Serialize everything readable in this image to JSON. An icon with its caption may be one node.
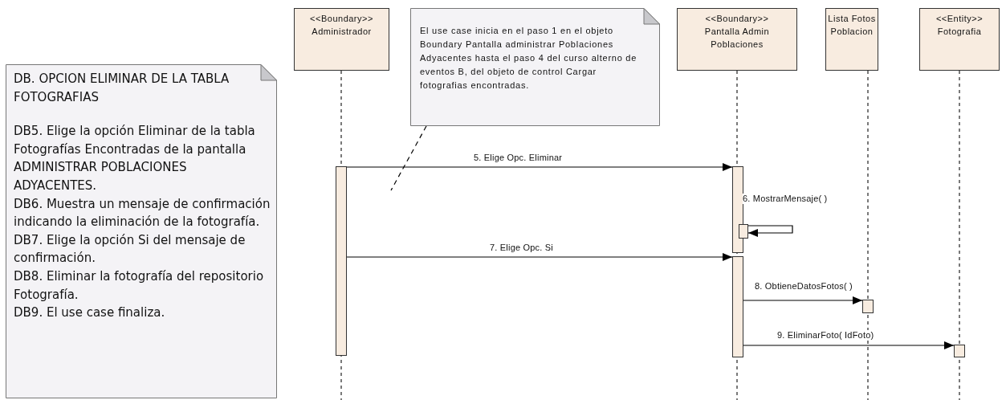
{
  "diagram": {
    "nodes": [
      {
        "text": [
          "DB. OPCION ELIMINAR DE LA TABLA FOTOGRAFIAS",
          "DB5. Elige la opción Eliminar de la tabla Fotografías Encontradas de la pantalla ADMINISTRAR POBLACIONES ADYACENTES.",
          "DB6. Muestra un mensaje de confirmación indicando la eliminación de la fotografía.",
          "DB7. Elige la opción Si del mensaje de confirmación.",
          "DB8. Eliminar la fotografía del repositorio Fotografía.",
          "DB9. El use case finaliza."
        ]
      },
      {
        "text": [
          "<<Boundary>>",
          "Administrador"
        ]
      },
      {
        "text": [
          "El use case inicia en el paso 1 en el objeto Boundary Pantalla administrar Poblaciones Adyacentes hasta el paso 4 del curso alterno de eventos B, del objeto de control Cargar fotografias encontradas."
        ]
      },
      {
        "text": [
          "<<Boundary>>",
          "Pantalla Admin Poblaciones"
        ]
      },
      {
        "text": [
          "Lista Fotos Poblacion"
        ]
      },
      {
        "text": [
          "<<Entity>>",
          "Fotografia"
        ]
      },
      {
        "text": [],
        "shape": "bar"
      },
      {
        "text": [],
        "shape": "bar"
      },
      {
        "text": [],
        "shape": "bar"
      },
      {
        "text": [],
        "shape": "bar"
      },
      {
        "text": [],
        "shape": "bar"
      },
      {
        "text": [],
        "shape": "bar"
      }
    ],
    "edges": [
      {
        "from": 6,
        "to": 7,
        "arrow": "to",
        "label": "5. Elige Opc. Eliminar"
      },
      {
        "from": 7,
        "to": 8,
        "arrow": "to",
        "label": "6. MostrarMensaje( )"
      },
      {
        "from": 6,
        "to": 9,
        "arrow": "to",
        "label": "7. Elige Opc. Si"
      },
      {
        "from": 9,
        "to": 10,
        "arrow": "to",
        "label": "8. ObtieneDatosFotos( )"
      },
      {
        "from": 9,
        "to": 11,
        "arrow": "to",
        "label": "9. EliminarFoto( IdFoto)"
      },
      {
        "from": 2,
        "to": null,
        "arrow": "none",
        "style": "dashed"
      }
    ]
  }
}
